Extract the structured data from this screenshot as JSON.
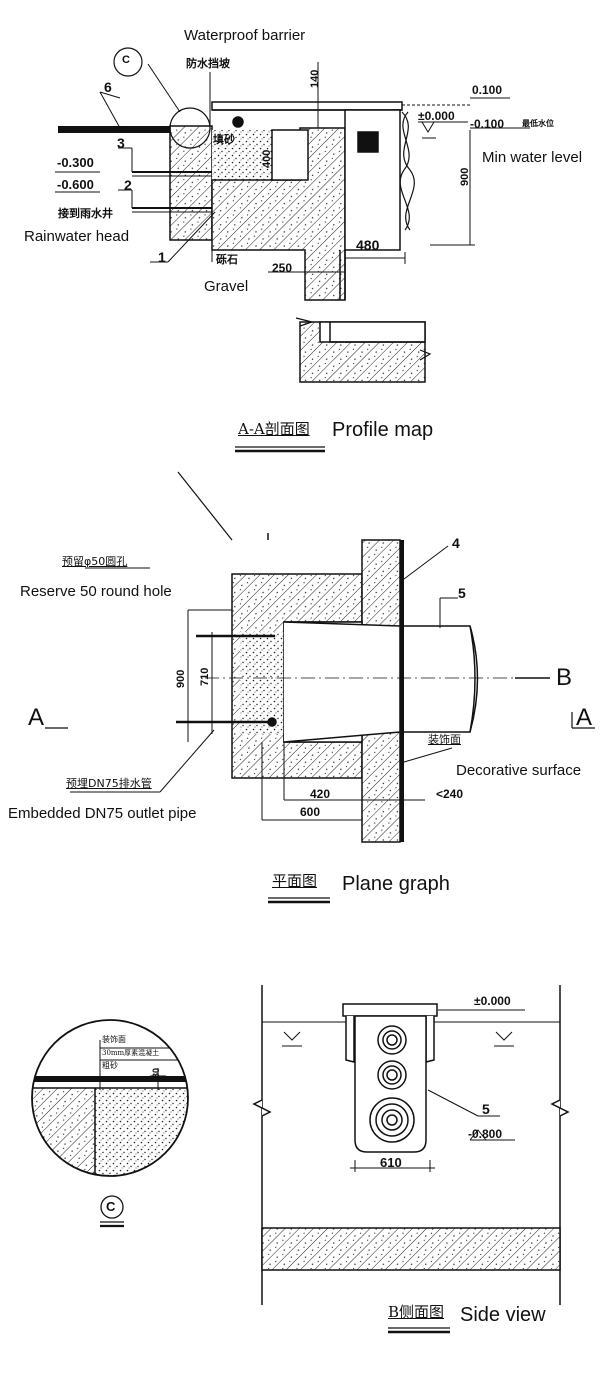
{
  "section_a": {
    "waterproof_barrier_en": "Waterproof barrier",
    "waterproof_barrier_cn": "防水挡坡",
    "fill_sand": "填砂",
    "gravel_cn": "砾石",
    "gravel_en": "Gravel",
    "rainwater_cn": "接到雨水井",
    "rainwater_en": "Rainwater head",
    "min_water_level": "Min water level",
    "min_water_level_cn": "最低水位",
    "labels": {
      "n6": "6",
      "n3": "3",
      "n2": "2",
      "n1": "1",
      "c": "C"
    },
    "dims": {
      "d140": "140",
      "d400": "400",
      "d480": "480",
      "d250": "250",
      "d900": "900",
      "el_0100": "0.100",
      "el_000": "±0.000",
      "el_m0100": "-0.100",
      "el_m0300": "-0.300",
      "el_m0600": "-0.600"
    },
    "caption_cn": "A-A剖面图",
    "caption_en": "Profile map"
  },
  "plane": {
    "reserve_cn": "预留φ50圆孔",
    "reserve_en": "Reserve 50 round hole",
    "embedded_cn": "预埋DN75排水管",
    "embedded_en": "Embedded DN75 outlet pipe",
    "decorative_cn": "装饰面",
    "decorative_en": "Decorative surface",
    "labels": {
      "n4": "4",
      "n5": "5",
      "a_left": "A",
      "a_right": "A",
      "b": "B"
    },
    "dims": {
      "d900": "900",
      "d710": "710",
      "d420": "420",
      "d600": "600",
      "d240": "<240"
    },
    "caption_cn": "平面图",
    "caption_en": "Plane graph"
  },
  "detail_c": {
    "line1": "装饰面",
    "line2": "30mm厚素混凝土",
    "line3": "粗砂",
    "dim30": "30",
    "label": "C"
  },
  "side": {
    "el_000": "±0.000",
    "el_m0800": "-0.800",
    "d610": "610",
    "n5": "5",
    "caption_cn": "B侧面图",
    "caption_en": "Side view"
  }
}
